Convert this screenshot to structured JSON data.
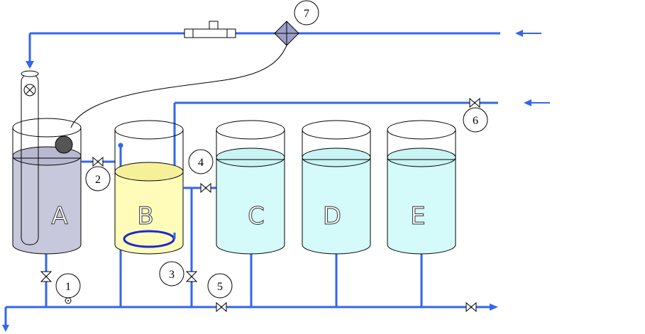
{
  "tanks": {
    "a": {
      "label": "A",
      "liquid_color": "#c8c8dc"
    },
    "b": {
      "label": "B",
      "liquid_color": "#fefcb8"
    },
    "c": {
      "label": "C",
      "liquid_color": "#d4fafa"
    },
    "d": {
      "label": "D",
      "liquid_color": "#d4fafa"
    },
    "e": {
      "label": "E",
      "liquid_color": "#d4fafa"
    }
  },
  "markers": {
    "m1": "1",
    "m2": "2",
    "m3": "3",
    "m4": "4",
    "m5": "5",
    "m6": "6",
    "m7": "7"
  },
  "colors": {
    "pipe": "#3366ee",
    "lid": "#ffffff",
    "filter": "#9aa0c8"
  },
  "icons": [
    "valve-icon",
    "flow-arrow-icon",
    "filter-icon",
    "flow-meter-icon",
    "pump-icon",
    "float-sensor-icon",
    "heating-coil-icon"
  ]
}
